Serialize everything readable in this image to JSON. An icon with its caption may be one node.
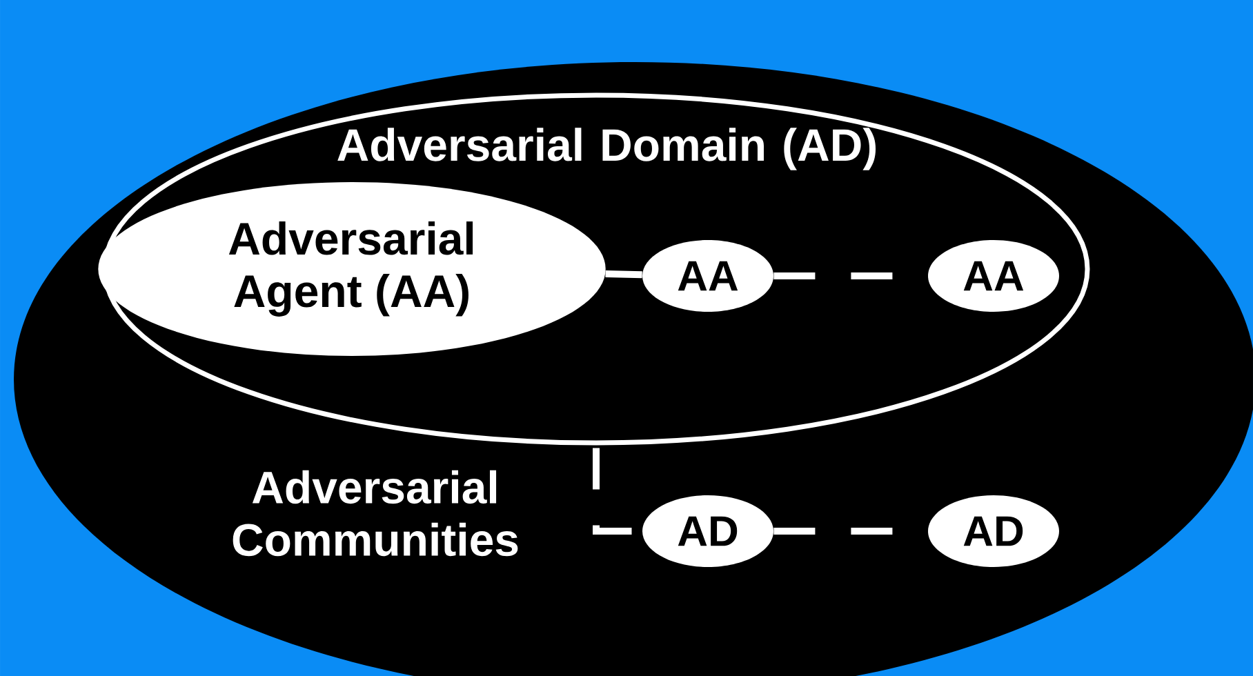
{
  "diagram": {
    "nodes": [
      {
        "text": [
          "Adversarial Communities"
        ]
      },
      {
        "text": [
          "Adversarial Domain (AD)"
        ],
        "in": 0
      },
      {
        "text": [
          "Adversarial Agent (AA)"
        ],
        "in": 1
      },
      {
        "text": [
          "AA"
        ],
        "in": 1
      },
      {
        "text": [
          "AA"
        ],
        "in": 1
      },
      {
        "text": [
          "AD"
        ],
        "in": 0
      },
      {
        "text": [
          "AD"
        ],
        "in": 0
      }
    ],
    "edges": [
      {
        "from": 2,
        "to": 3,
        "arrow": "none",
        "style": "dashed"
      },
      {
        "from": 3,
        "to": 4,
        "arrow": "none",
        "style": "dashed"
      },
      {
        "from": 1,
        "to": 5,
        "arrow": "none",
        "style": "dashed"
      },
      {
        "from": 5,
        "to": 6,
        "arrow": "none",
        "style": "dashed"
      }
    ]
  }
}
